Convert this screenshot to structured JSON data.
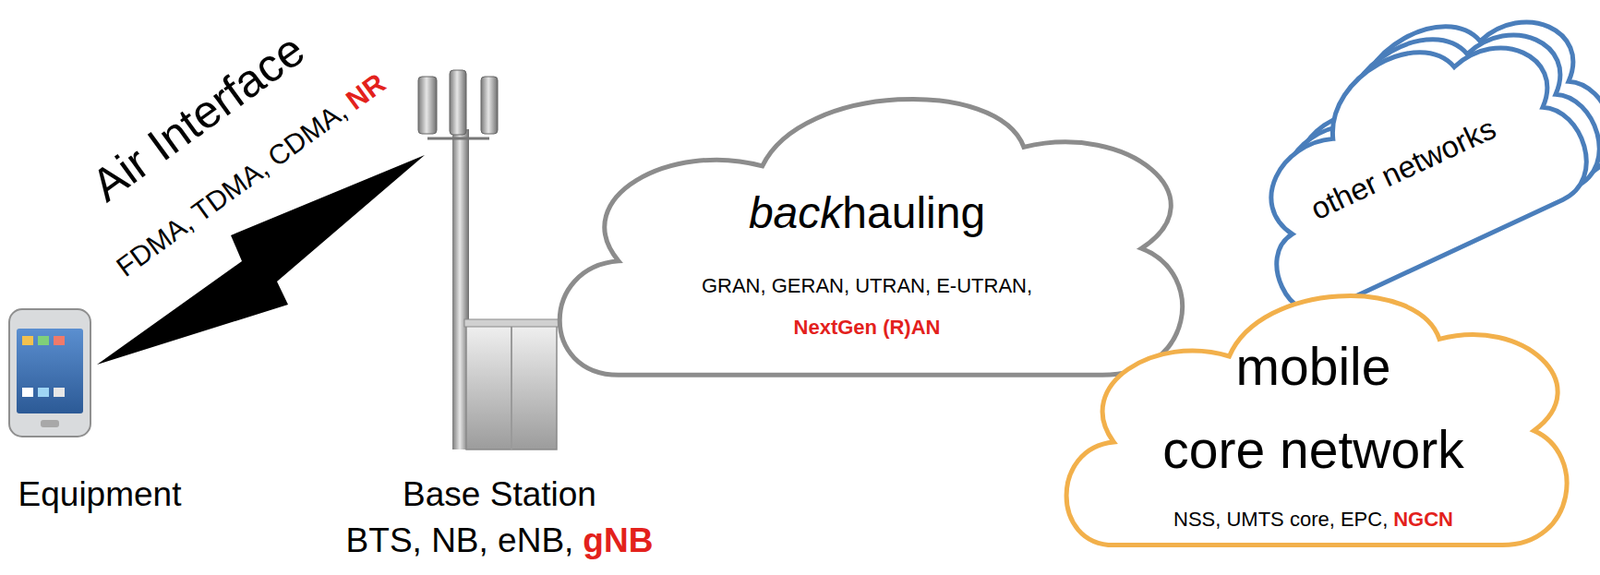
{
  "diagram": {
    "nodes": [
      {
        "text": [
          "back",
          "hauling",
          "GRAN, GERAN, UTRAN, E-UTRAN,",
          "NextGen (R)AN"
        ]
      },
      {
        "text": [
          "other networks"
        ]
      },
      {
        "text": [
          "mobile",
          "core network",
          "NSS, UMTS core, EPC,",
          "NGCN"
        ]
      }
    ],
    "labels": [
      "Equipment",
      "Air Interface",
      "FDMA, TDMA, CDMA,",
      "NR",
      "Base Station",
      "BTS, NB, eNB,",
      "gNB"
    ]
  }
}
